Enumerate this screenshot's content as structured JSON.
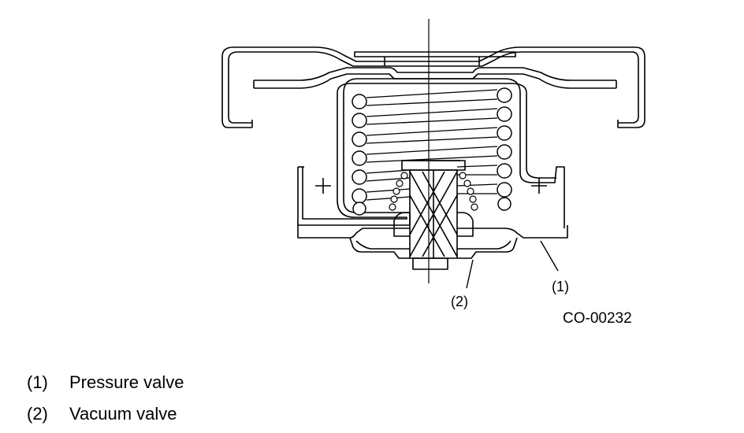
{
  "figure": {
    "code": "CO-00232",
    "callouts": [
      {
        "id": "1",
        "label": "(1)"
      },
      {
        "id": "2",
        "label": "(2)"
      }
    ]
  },
  "legend": {
    "items": [
      {
        "num": "(1)",
        "text": "Pressure valve"
      },
      {
        "num": "(2)",
        "text": "Vacuum valve"
      }
    ]
  }
}
